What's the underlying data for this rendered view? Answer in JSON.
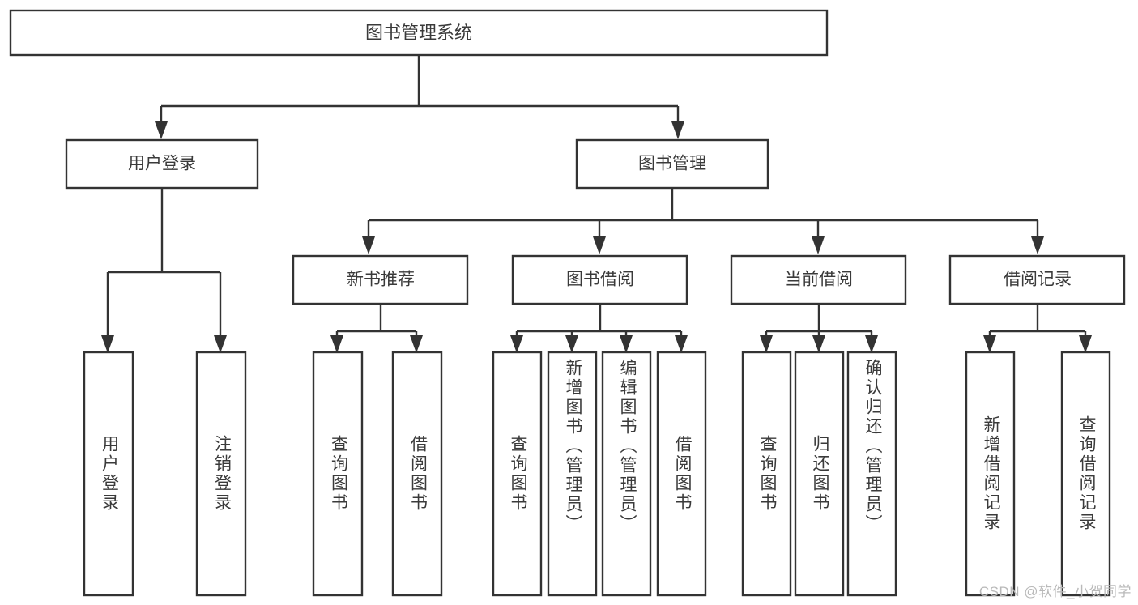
{
  "diagram": {
    "type": "tree-hierarchy-flowchart",
    "title": "图书管理系统",
    "root": {
      "label": "图书管理系统",
      "orientation": "horizontal",
      "children": [
        {
          "label": "用户登录",
          "orientation": "horizontal",
          "children": [
            {
              "label": "用户登录",
              "orientation": "vertical"
            },
            {
              "label": "注销登录",
              "orientation": "vertical"
            }
          ]
        },
        {
          "label": "图书管理",
          "orientation": "horizontal",
          "children": [
            {
              "label": "新书推荐",
              "orientation": "horizontal",
              "children": [
                {
                  "label": "查询图书",
                  "orientation": "vertical"
                },
                {
                  "label": "借阅图书",
                  "orientation": "vertical"
                }
              ]
            },
            {
              "label": "图书借阅",
              "orientation": "horizontal",
              "children": [
                {
                  "label": "查询图书",
                  "orientation": "vertical"
                },
                {
                  "label": "新增图书（管理员）",
                  "orientation": "vertical"
                },
                {
                  "label": "编辑图书（管理员）",
                  "orientation": "vertical"
                },
                {
                  "label": "借阅图书",
                  "orientation": "vertical"
                }
              ]
            },
            {
              "label": "当前借阅",
              "orientation": "horizontal",
              "children": [
                {
                  "label": "查询图书",
                  "orientation": "vertical"
                },
                {
                  "label": "归还图书",
                  "orientation": "vertical"
                },
                {
                  "label": "确认归还（管理员）",
                  "orientation": "vertical"
                }
              ]
            },
            {
              "label": "借阅记录",
              "orientation": "horizontal",
              "children": [
                {
                  "label": "新增借阅记录",
                  "orientation": "vertical"
                },
                {
                  "label": "查询借阅记录",
                  "orientation": "vertical"
                }
              ]
            }
          ]
        }
      ]
    }
  },
  "nodes": {
    "root_title": "图书管理系统",
    "user_login": "用户登录",
    "book_manage": "图书管理",
    "new_book_rec": "新书推荐",
    "book_borrow": "图书借阅",
    "current_borrow": "当前借阅",
    "borrow_record": "借阅记录",
    "leaf_user_login": "用户登录",
    "leaf_logout": "注销登录",
    "leaf_nb_query": "查询图书",
    "leaf_nb_borrow": "借阅图书",
    "leaf_bb_query": "查询图书",
    "leaf_bb_add": "新增图书（管理员）",
    "leaf_bb_edit": "编辑图书（管理员）",
    "leaf_bb_borrow": "借阅图书",
    "leaf_cb_query": "查询图书",
    "leaf_cb_return": "归还图书",
    "leaf_cb_confirm": "确认归还（管理员）",
    "leaf_br_add": "新增借阅记录",
    "leaf_br_query": "查询借阅记录"
  },
  "watermark": {
    "text": "CSDN @软件_小贺同学"
  },
  "colors": {
    "background": "#ffffff",
    "box_fill": "#ffffff",
    "box_stroke": "#333333",
    "text": "#3a3a3a",
    "watermark": "#b9b9b9"
  }
}
